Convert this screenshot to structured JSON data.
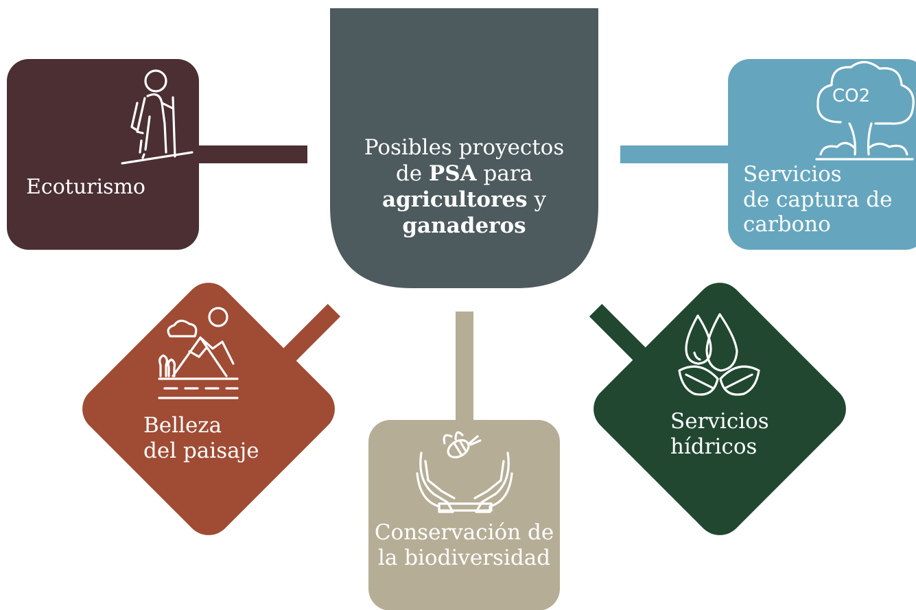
{
  "center": {
    "line1": "Posibles proyectos",
    "line2_pre": "de ",
    "line2_bold": "PSA",
    "line2_post": " para",
    "line3_bold": "agricultores",
    "line3_post": " y",
    "line4_bold": "ganaderos"
  },
  "items": {
    "ecoturismo": {
      "line1": "Ecoturismo",
      "icon": "hiker-icon"
    },
    "carbono": {
      "line1": "Servicios",
      "line2": "de captura de",
      "line3": "carbono",
      "icon": "co2-tree-icon",
      "icon_text": "CO2"
    },
    "paisaje": {
      "line1": "Belleza",
      "line2": "del paisaje",
      "icon": "mountain-landscape-icon"
    },
    "biodiversidad": {
      "line1": "Conservación de",
      "line2": "la biodiversidad",
      "icon": "bee-hands-icon"
    },
    "hidricos": {
      "line1": "Servicios",
      "line2": "hídricos",
      "icon": "water-drops-leaves-icon"
    }
  },
  "colors": {
    "center": "#4d5a5e",
    "ecoturismo": "#4b2f33",
    "carbono": "#65a6be",
    "paisaje": "#a04b34",
    "biodiversidad": "#b6ad96",
    "hidricos": "#214730"
  }
}
